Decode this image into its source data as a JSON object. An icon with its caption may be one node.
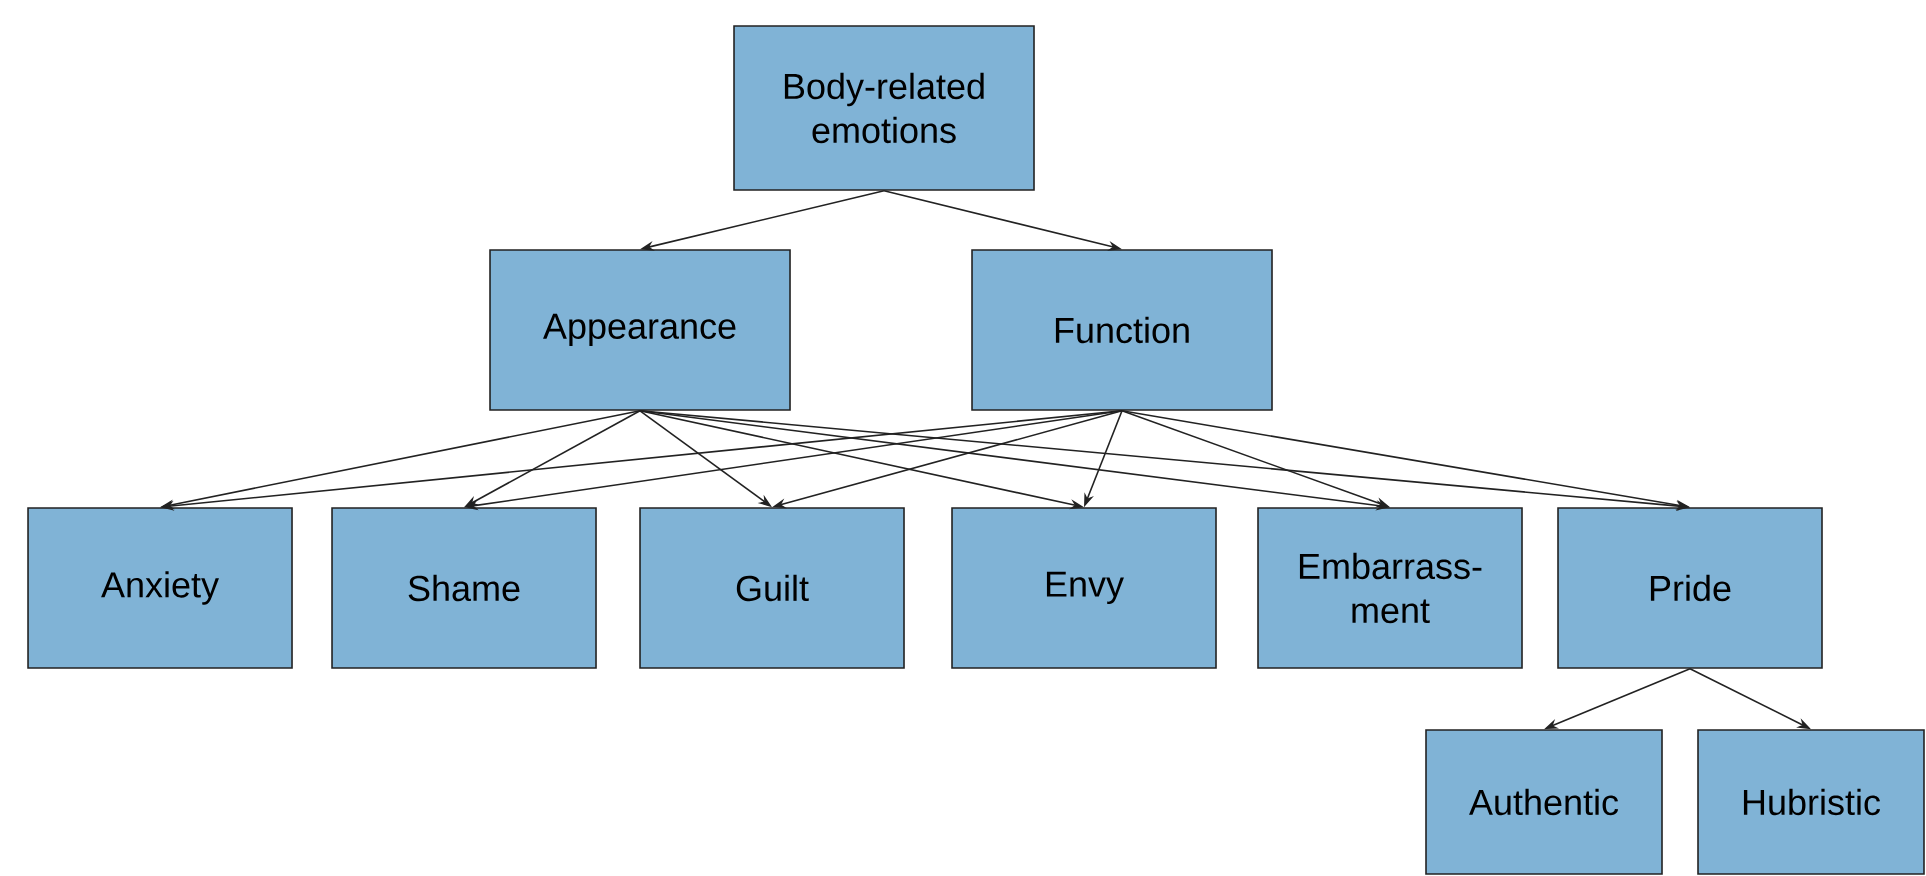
{
  "diagram": {
    "nodes": [
      {
        "text": [
          "Body-related emotions"
        ]
      },
      {
        "text": [
          "Appearance"
        ]
      },
      {
        "text": [
          "Function"
        ]
      },
      {
        "text": [
          "Anxiety"
        ]
      },
      {
        "text": [
          "Shame"
        ]
      },
      {
        "text": [
          "Guilt"
        ]
      },
      {
        "text": [
          "Envy"
        ]
      },
      {
        "text": [
          "Embarrass- ment"
        ]
      },
      {
        "text": [
          "Pride"
        ]
      },
      {
        "text": [
          "Authentic"
        ]
      },
      {
        "text": [
          "Hubristic"
        ]
      }
    ],
    "edges": [
      {
        "from": 0,
        "to": 1,
        "arrow": "to"
      },
      {
        "from": 0,
        "to": 2,
        "arrow": "to"
      },
      {
        "from": 1,
        "to": 3,
        "arrow": "to"
      },
      {
        "from": 1,
        "to": 4,
        "arrow": "to"
      },
      {
        "from": 1,
        "to": 5,
        "arrow": "to"
      },
      {
        "from": 1,
        "to": 6,
        "arrow": "to"
      },
      {
        "from": 1,
        "to": 7,
        "arrow": "to"
      },
      {
        "from": 1,
        "to": 8,
        "arrow": "to"
      },
      {
        "from": 2,
        "to": 3,
        "arrow": "to"
      },
      {
        "from": 2,
        "to": 4,
        "arrow": "to"
      },
      {
        "from": 2,
        "to": 5,
        "arrow": "to"
      },
      {
        "from": 2,
        "to": 6,
        "arrow": "to"
      },
      {
        "from": 2,
        "to": 7,
        "arrow": "to"
      },
      {
        "from": 2,
        "to": 8,
        "arrow": "to"
      },
      {
        "from": 8,
        "to": 9,
        "arrow": "to"
      },
      {
        "from": 8,
        "to": 10,
        "arrow": "to"
      }
    ]
  }
}
